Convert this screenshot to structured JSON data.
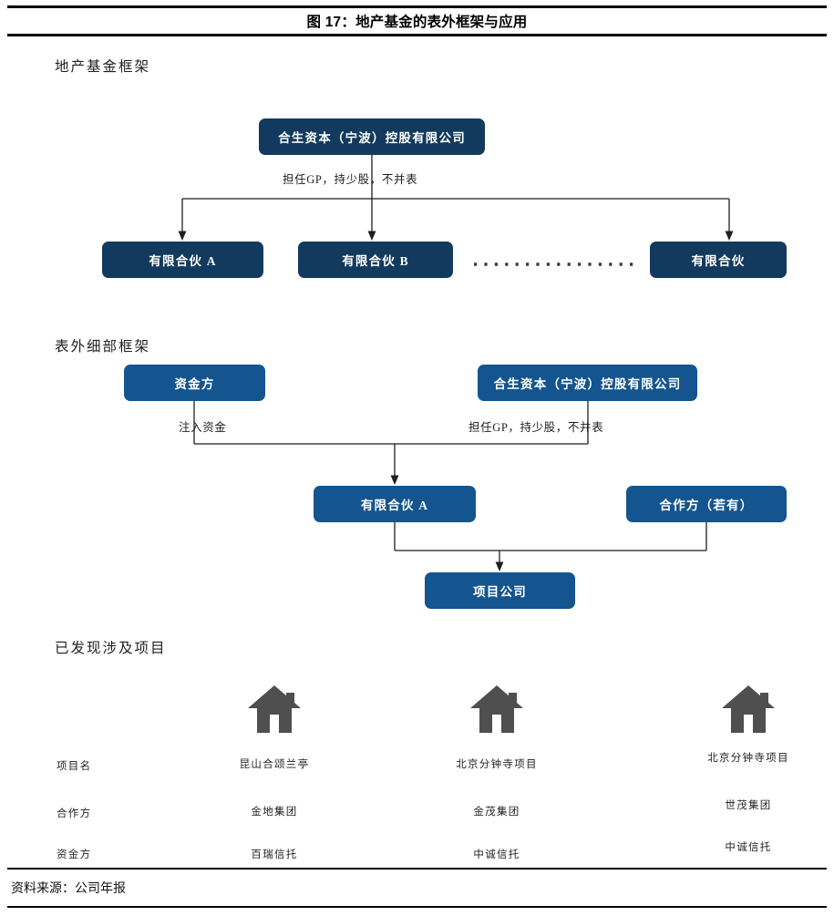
{
  "figure": {
    "title": "图 17：地产基金的表外框架与应用",
    "source": "资料来源：公司年报"
  },
  "sections": [
    {
      "id": "fund-framework",
      "label": "地产基金框架"
    },
    {
      "id": "off-balance-detail",
      "label": "表外细部框架"
    },
    {
      "id": "identified-projects",
      "label": "已发现涉及项目"
    }
  ],
  "diagram1": {
    "top_node": "合生资本（宁波）控股有限公司",
    "edge_label": "担任GP，持少股，不并表",
    "children": [
      "有限合伙 A",
      "有限合伙 B",
      "有限合伙"
    ],
    "ellipsis": "dotted-connector"
  },
  "diagram2": {
    "funder_node": "资金方",
    "sponsor_node": "合生资本（宁波）控股有限公司",
    "funder_edge_label": "注入资金",
    "sponsor_edge_label": "担任GP，持少股，不并表",
    "lp_node": "有限合伙 A",
    "partner_node": "合作方（若有）",
    "project_node": "项目公司"
  },
  "projects": {
    "icon": "house-icon",
    "row_labels": [
      "项目名",
      "合作方",
      "资金方"
    ],
    "columns": [
      {
        "name": "昆山合颂兰亭",
        "partner": "金地集团",
        "funder": "百瑞信托"
      },
      {
        "name": "北京分钟寺项目",
        "partner": "金茂集团",
        "funder": "中诚信托"
      },
      {
        "name": "北京分钟寺项目",
        "partner": "世茂集团",
        "funder": "中诚信托"
      }
    ]
  },
  "colors": {
    "navy": "#123a5e",
    "blue": "#14558f",
    "icon_gray": "#4f4f4f",
    "rule_black": "#000000"
  }
}
